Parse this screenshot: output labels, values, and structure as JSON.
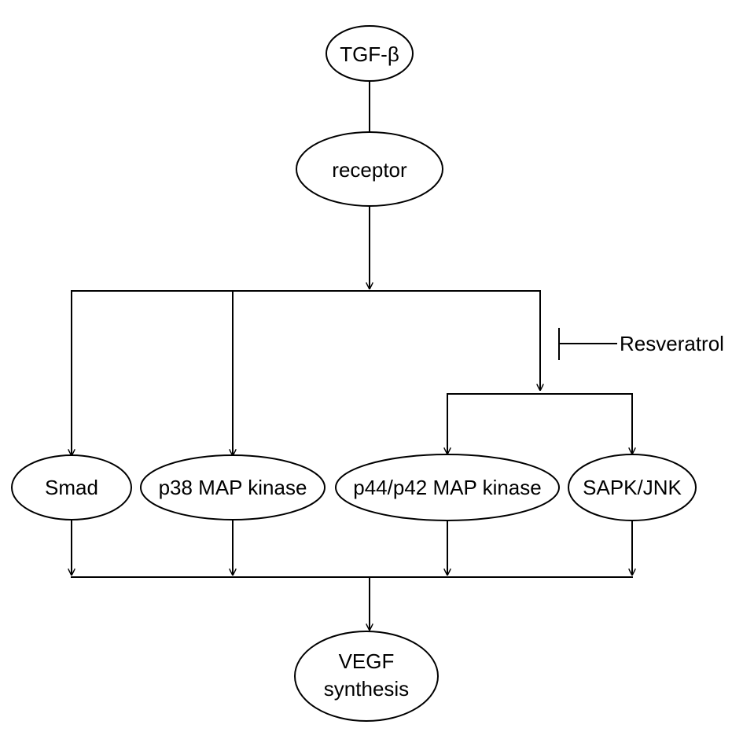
{
  "nodes": {
    "tgf_beta": "TGF-β",
    "receptor": "receptor",
    "smad": "Smad",
    "p38": "p38 MAP kinase",
    "p44_p42": "p44/p42 MAP kinase",
    "sapk_jnk": "SAPK/JNK",
    "vegf_line1": "VEGF",
    "vegf_line2": "synthesis"
  },
  "inhibitor": {
    "label": "Resveratrol"
  },
  "colors": {
    "stroke": "#000000",
    "fill": "#ffffff"
  }
}
